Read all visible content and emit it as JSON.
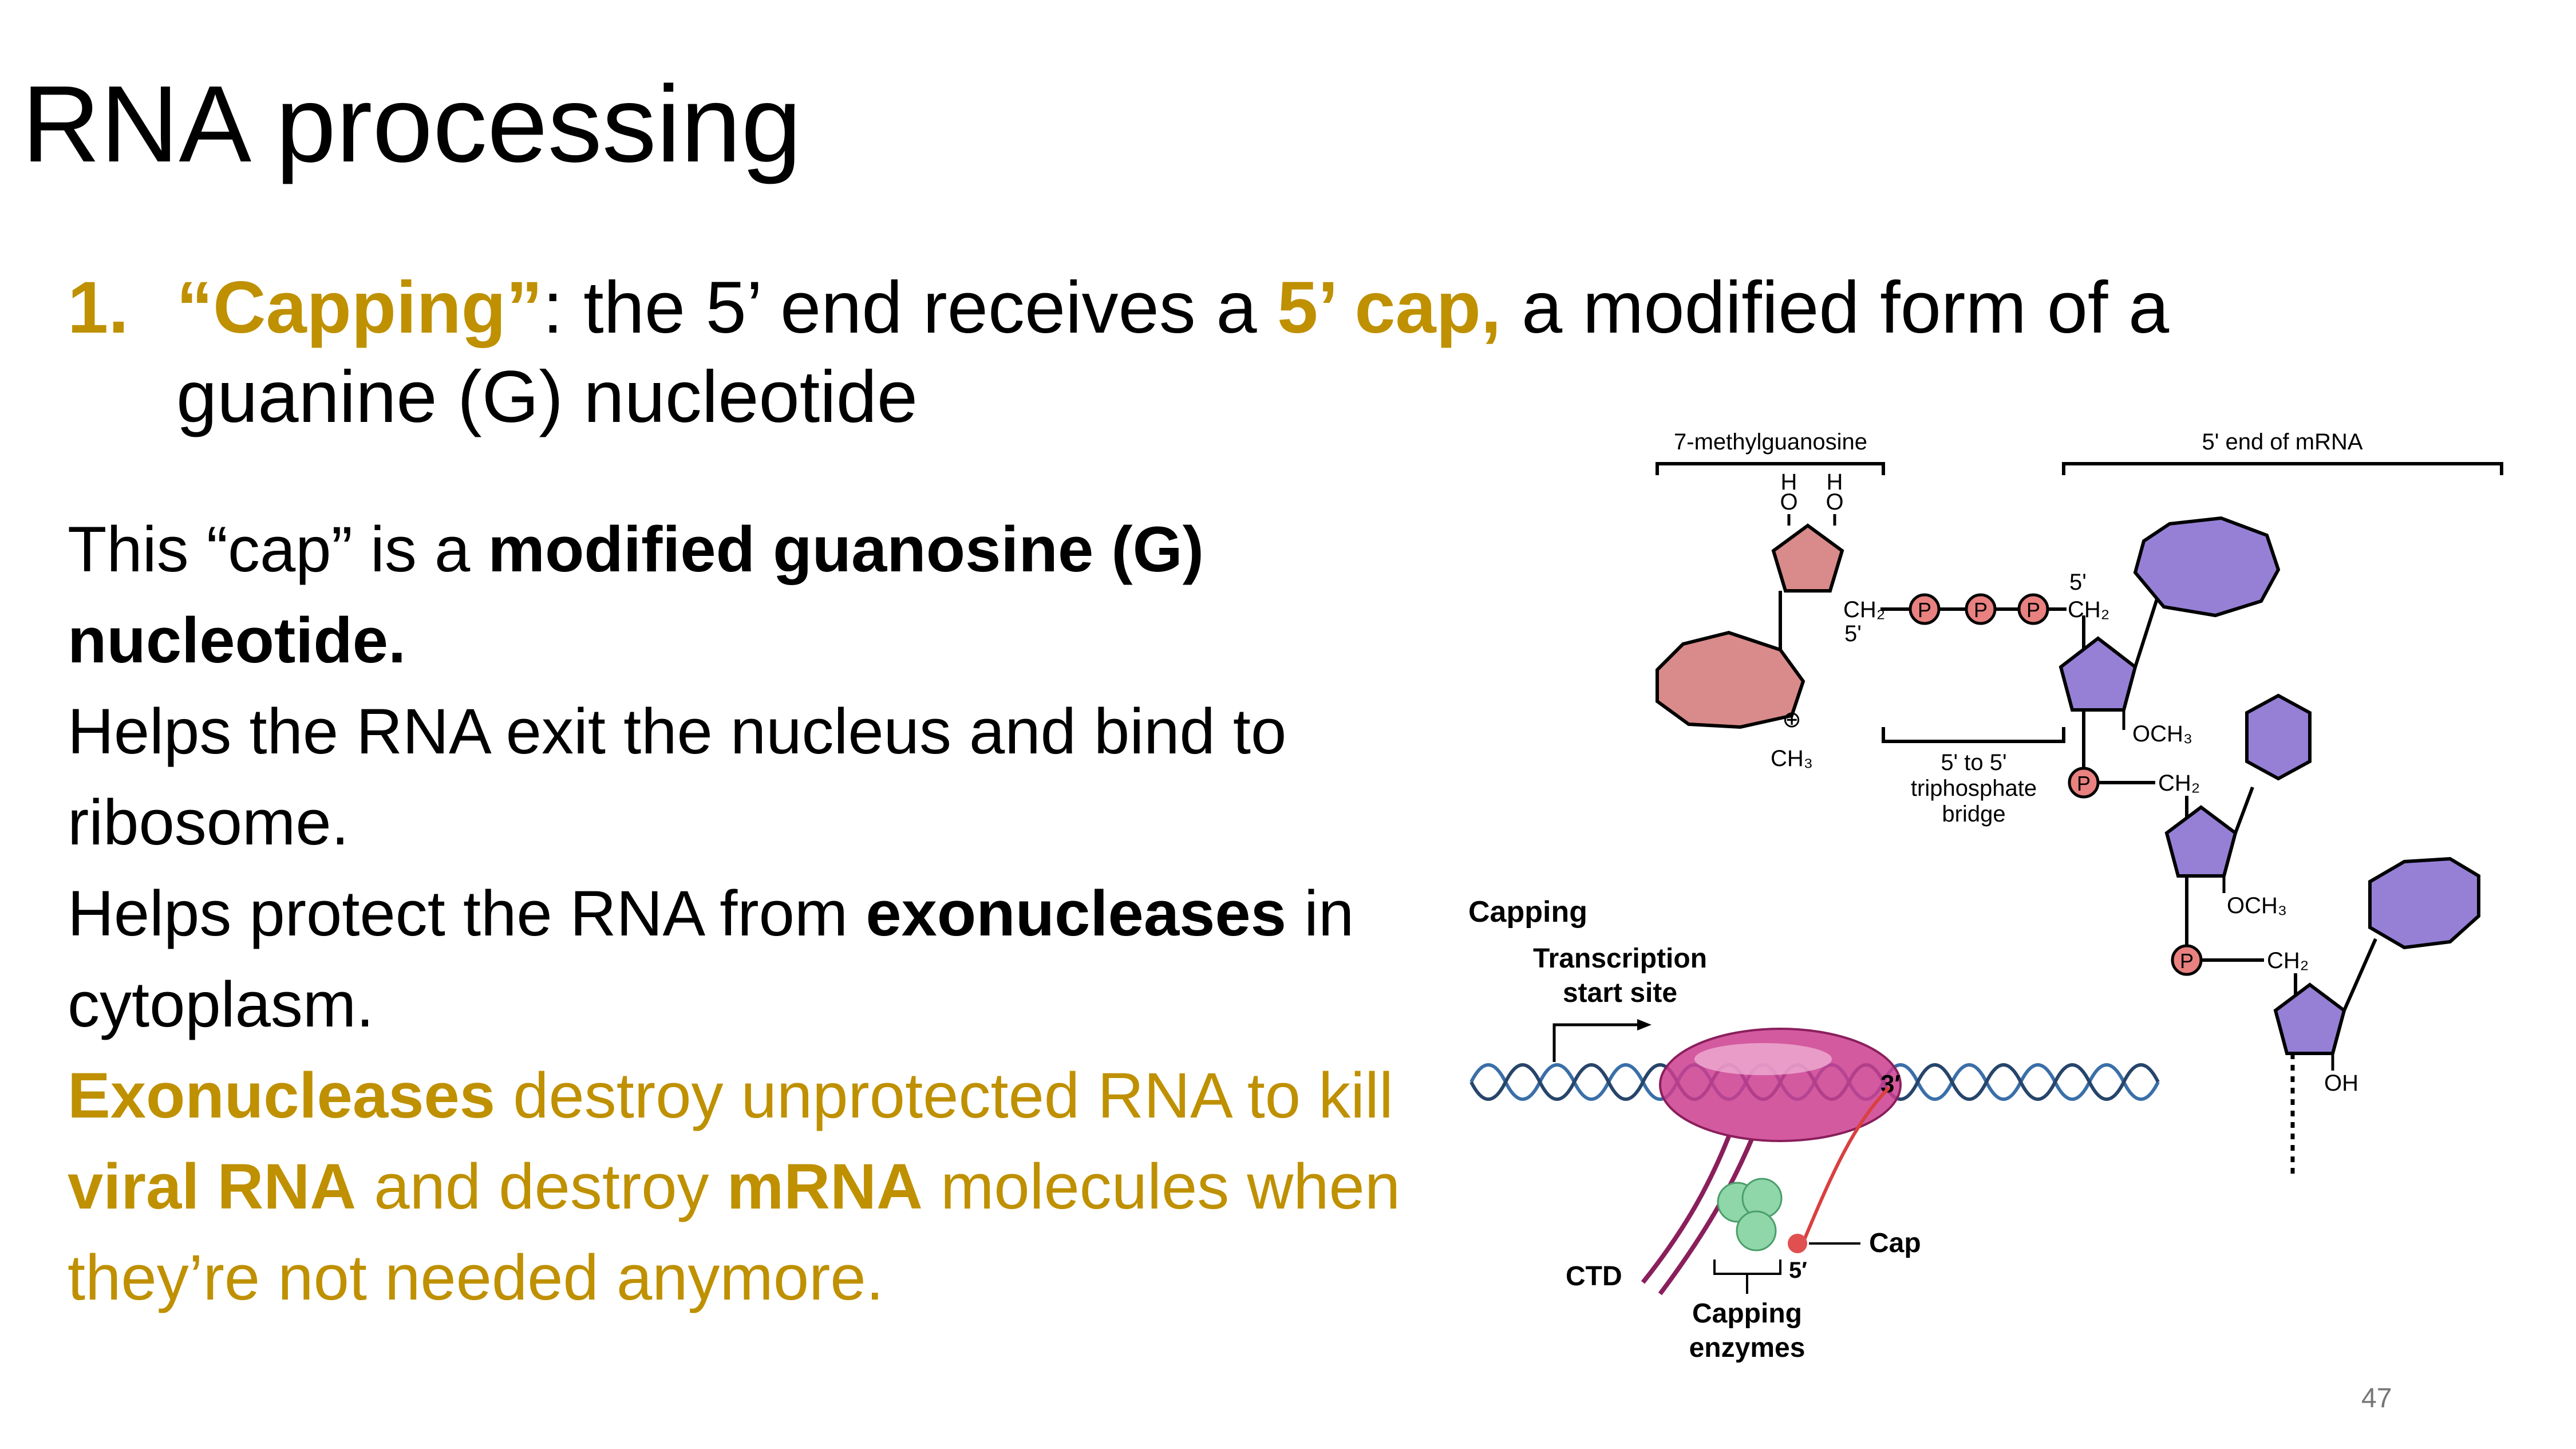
{
  "title": "RNA processing",
  "item1": {
    "number": "1.",
    "term": "“Capping”",
    "text_a": ": the 5’ end receives a ",
    "cap": "5’ cap,",
    "text_b": " a modified form of a guanine (G) nucleotide"
  },
  "body": {
    "p1_a": "This “cap” is a ",
    "p1_b": "modified guanosine (G) nucleotide.",
    "p2": "Helps the RNA exit the nucleus and bind to ribosome.",
    "p3_a": "Helps protect the RNA from ",
    "p3_b": "exonucleases",
    "p3_c": " in cytoplasm.",
    "p4_a": "Exonucleases",
    "p4_b": " destroy unprotected RNA to kill ",
    "p4_c": "viral RNA",
    "p4_d": " and destroy ",
    "p4_e": "mRNA",
    "p4_f": " molecules when they’re not needed anymore."
  },
  "diagram": {
    "label_7mg": "7-methylguanosine",
    "label_5end": "5' end of mRNA",
    "h": "H",
    "o": "O",
    "ch2": "CH₂",
    "five_prime": "5'",
    "p": "P",
    "och3": "OCH₃",
    "ch3": "CH₃",
    "oh": "OH",
    "plus": "⊕",
    "bridge_1": "5' to 5'",
    "bridge_2": "triphosphate",
    "bridge_3": "bridge",
    "capping": "Capping",
    "tss_1": "Transcription",
    "tss_2": "start site",
    "three_prime": "3′",
    "five_prime_b": "5′",
    "cap": "Cap",
    "ctd": "CTD",
    "enz_1": "Capping",
    "enz_2": "enzymes"
  },
  "colors": {
    "accent": "#bf9000",
    "guanine": "#d98a8a",
    "mrna_base": "#9580d6",
    "polymerase": "#cc3d8f",
    "enzyme": "#8fd6a8"
  },
  "page_number": "47"
}
